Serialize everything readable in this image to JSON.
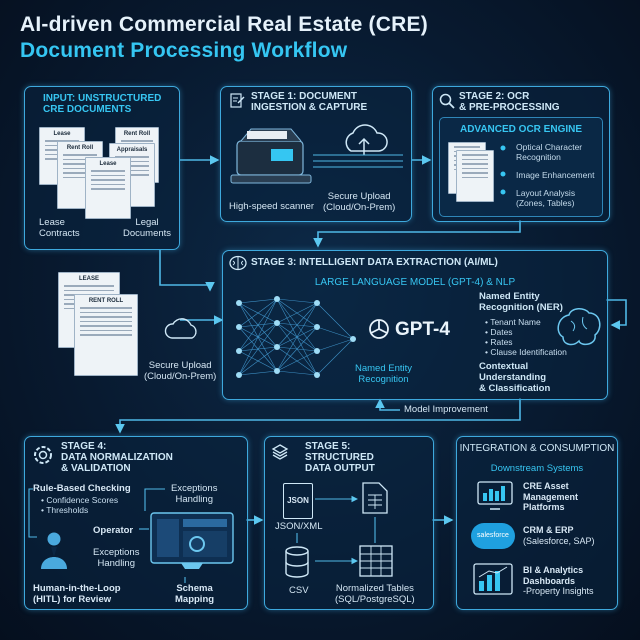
{
  "title": {
    "line1": "AI-driven Commercial Real Estate (CRE)",
    "line2": "Document Processing Workflow"
  },
  "input": {
    "header1": "INPUT: UNSTRUCTURED",
    "header2": "CRE DOCUMENTS",
    "docs": [
      "Lease",
      "Rent Roll",
      "Appraisals",
      "Lease",
      "Rent Roll"
    ],
    "label_left1": "Lease",
    "label_left2": "Contracts",
    "label_right1": "Legal",
    "label_right2": "Documents"
  },
  "stage1": {
    "header1": "STAGE 1: DOCUMENT",
    "header2": "INGESTION & CAPTURE",
    "scanner_label": "High-speed scanner",
    "upload_label1": "Secure Upload",
    "upload_label2": "(Cloud/On-Prem)"
  },
  "stage2": {
    "header1": "STAGE 2: OCR",
    "header2": "& PRE-PROCESSING",
    "engine": "ADVANCED OCR ENGINE",
    "items": [
      "Optical Character",
      "Recognition",
      "Image Enhancement",
      "Layout Analysis",
      "(Zones, Tables)"
    ]
  },
  "stage3": {
    "header": "STAGE 3: INTELLIGENT DATA EXTRACTION (AI/ML)",
    "llm": "LARGE LANGUAGE MODEL (GPT-4) & NLP",
    "gpt": "GPT-4",
    "ner_left1": "Named Entity",
    "ner_left2": "Recognition",
    "ner_title1": "Named Entity",
    "ner_title2": "Recognition (NER)",
    "ner_items": [
      "Tenant Name",
      "Dates",
      "Rates",
      "Clause Identification"
    ],
    "ctx1": "Contextual",
    "ctx2": "Understanding",
    "ctx3": "& Classification"
  },
  "side_docs": {
    "lease": "LEASE",
    "rentroll": "RENT ROLL",
    "upload1": "Secure Upload",
    "upload2": "(Cloud/On-Prem)"
  },
  "model_improvement": "Model Improvement",
  "stage4": {
    "header1": "STAGE 4:",
    "header2": "DATA NORMALIZATION",
    "header3": "& VALIDATION",
    "rule": "Rule-Based Checking",
    "rule_items": [
      "Confidence Scores",
      "Thresholds"
    ],
    "exc1": "Exceptions",
    "exc2": "Handling",
    "operator": "Operator",
    "exc_b1": "Exceptions",
    "exc_b2": "Handling",
    "hitl1": "Human-in-the-Loop",
    "hitl2": "(HITL) for Review",
    "schema1": "Schema",
    "schema2": "Mapping"
  },
  "stage5": {
    "header1": "STAGE 5:",
    "header2": "STRUCTURED",
    "header3": "DATA OUTPUT",
    "json_icon": "JSON",
    "json_label": "JSON/XML",
    "csv": "CSV",
    "norm1": "Normalized Tables",
    "norm2": "(SQL/PostgreSQL)"
  },
  "integration": {
    "header": "INTEGRATION & CONSUMPTION",
    "downstream": "Downstream Systems",
    "cre1": "CRE Asset",
    "cre2": "Management",
    "cre3": "Platforms",
    "sf_logo": "salesforce",
    "crm1": "CRM & ERP",
    "crm2": "(Salesforce, SAP)",
    "bi1": "BI & Analytics",
    "bi2": "Dashboards",
    "bi3": "-Property Insights"
  },
  "colors": {
    "accent": "#37c6f2",
    "border": "#3ea9dd",
    "bg": "#071426"
  }
}
